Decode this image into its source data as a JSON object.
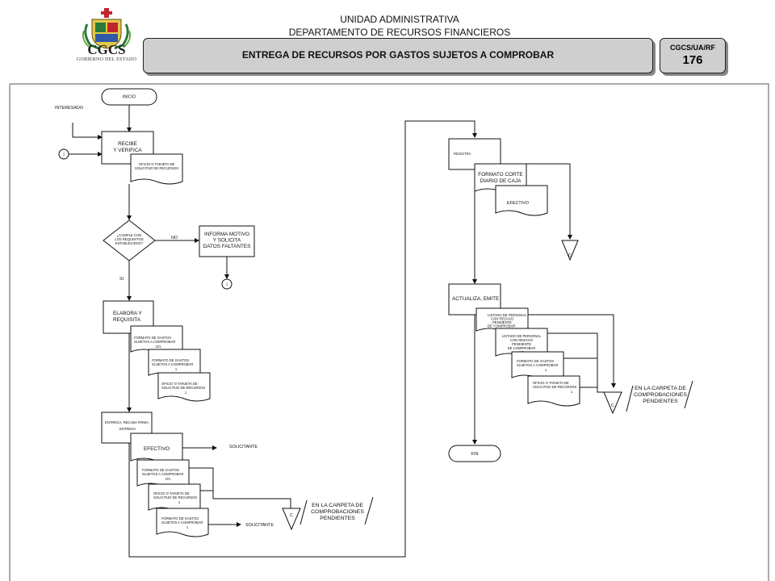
{
  "header": {
    "unit": "UNIDAD ADMINISTRATIVA",
    "department": "DEPARTAMENTO DE RECURSOS FINANCIEROS",
    "title": "ENTREGA DE RECURSOS POR GASTOS SUJETOS A COMPROBAR",
    "code_label": "CGCS/UA/RF",
    "code_number": "176"
  },
  "logo": {
    "acronym": "CGCS",
    "subtitle": "GOBIERNO DEL ESTADO"
  },
  "flow": {
    "start": "INICIO",
    "actor": "INTERESADO",
    "connector_1": "1",
    "receive": [
      "RECIBE",
      "Y VERIFICA"
    ],
    "doc_request_1": [
      "OFICIO O TARJETA DE",
      "SOLICITUD DE RECURSOS"
    ],
    "decision": [
      "¿CUMPLE CON",
      "LOS REQUISITOS",
      "ESTABLECIDOS?"
    ],
    "no_label": "NO",
    "yes_label": "SI",
    "inform": [
      "INFORMA MOTIVO",
      "Y SOLICITA",
      "DATOS FALTANTES"
    ],
    "elaborate": [
      "ELABORA Y",
      "REQUISITA"
    ],
    "doc_format_a": [
      "FORMATO DE GASTOS",
      "SUJETOS A COMPROBAR",
      "O/1"
    ],
    "doc_format_b": [
      "FORMATO DE GASTOS",
      "SUJETOS A COMPROBAR",
      "1"
    ],
    "doc_request_2": [
      "OFICIO O TARJETA DE",
      "SOLICITUD DE RECURSOS",
      "1"
    ],
    "deliver": [
      "ENTREGA, RECABA FIRMA,",
      "ENTREGA"
    ],
    "cash_1": "EFECTIVO",
    "requester_1": "SOLICITANTE",
    "doc_format_c": [
      "FORMATO DE GASTOS",
      "SUJETOS A COMPROBAR",
      "O/1"
    ],
    "doc_request_3": [
      "OFICIO O TARJETA DE",
      "SOLICITUD DE RECURSOS",
      "1"
    ],
    "doc_format_d": [
      "FORMATO DE GASTOS",
      "SUJETOS A COMPROBAR",
      "1"
    ],
    "requester_2": "SOLICITANTE",
    "archive_c": "C",
    "folder_note": [
      "EN LA CARPETA DE",
      "COMPROBACIONES",
      "PENDIENTES"
    ],
    "register": "REGISTRA",
    "cash_cut": [
      "FORMATO CORTE",
      "DIARIO DE CAJA"
    ],
    "cash_2": "EFECTIVO",
    "archive_c2": "C",
    "update": "ACTUALIZA, EMITE",
    "pending_a": [
      "LISTADO DE PERSONAL",
      "CON REZAGO",
      "PENDIENTE",
      "DE COMPROBAR"
    ],
    "pending_b": [
      "LISTADO DE PERSONAL",
      "CON REZAGO",
      "PENDIENTE",
      "DE COMPROBAR",
      "1/2"
    ],
    "doc_format_e": [
      "FORMATO DE GASTOS",
      "SUJETOS A COMPROBAR",
      "1"
    ],
    "doc_request_4": [
      "OFICIO O TARJETA DE",
      "SOLICITUD DE RECURSOS",
      "1"
    ],
    "archive_c3": "C",
    "folder_note_2": [
      "EN LA CARPETA DE",
      "COMPROBACIONES",
      "PENDIENTES"
    ],
    "end": "FIN"
  }
}
